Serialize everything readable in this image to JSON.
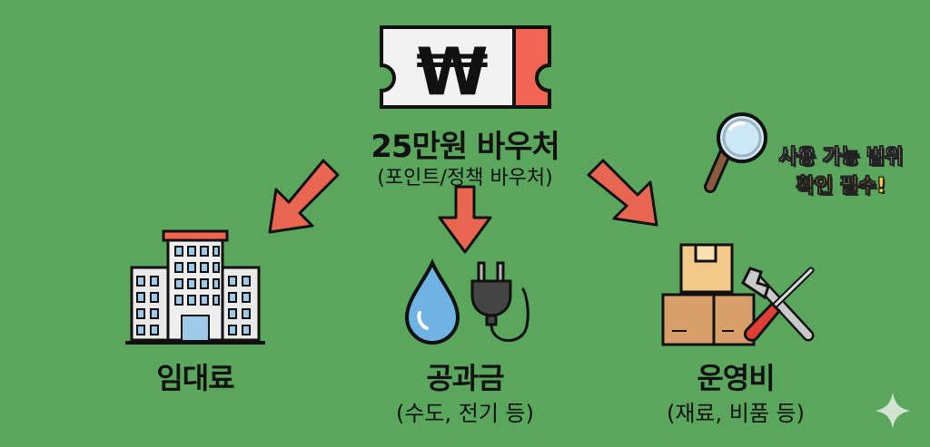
{
  "voucher": {
    "symbol": "₩",
    "title": "25만원 바우처",
    "subtitle": "(포인트/정책 바우처)"
  },
  "note": {
    "line1": "사용 가능 범위",
    "line2": "확인 필수!"
  },
  "nodes": [
    {
      "title": "임대료",
      "subtitle": ""
    },
    {
      "title": "공과금",
      "subtitle": "(수도, 전기 등)"
    },
    {
      "title": "운영비",
      "subtitle": "(재료, 비품 등)"
    }
  ],
  "colors": {
    "background": "#5aa65c",
    "arrow": "#e8654f",
    "ticket": "#f0f0f0",
    "ticket_stub": "#f26552"
  }
}
